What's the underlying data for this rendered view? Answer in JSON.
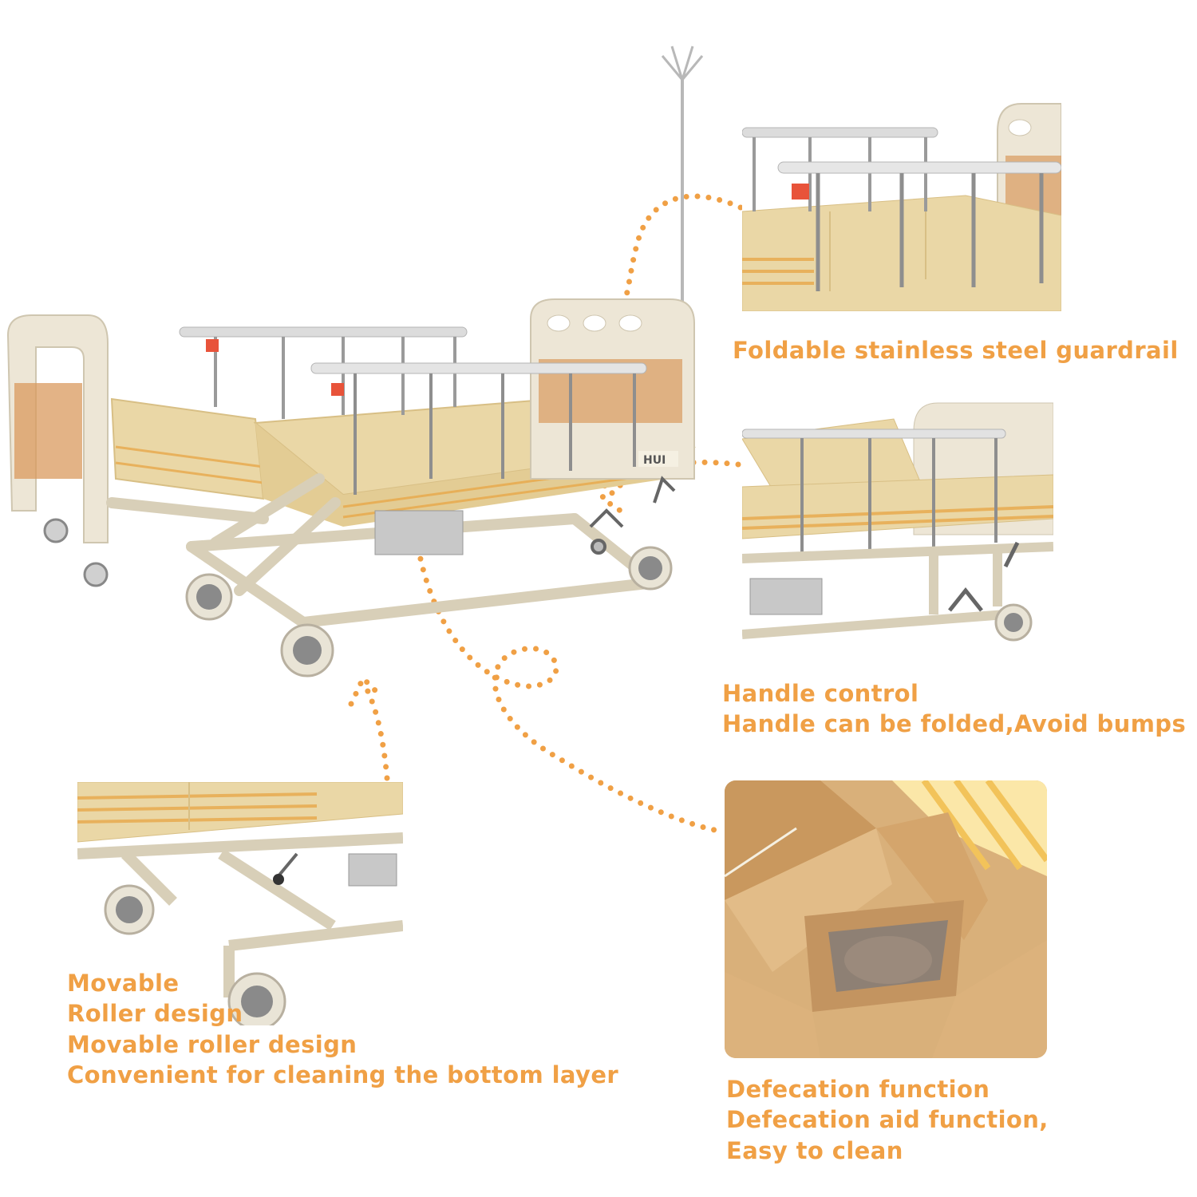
{
  "colors": {
    "accent": "#f0a045",
    "frame": "#e6dcc6",
    "mattress": "#ead7a6",
    "stripe": "#e8a84a",
    "rail": "#dcdcdc",
    "wheel": "#8a8a8a",
    "cushion": "#d9b07a"
  },
  "features": {
    "guardrail": {
      "icon": "guardrail-icon",
      "lines": [
        "Foldable stainless steel guardrail"
      ]
    },
    "handle": {
      "icon": "hand-crank-icon",
      "lines": [
        "Handle control",
        "Handle can be folded,Avoid bumps"
      ]
    },
    "roller": {
      "icon": "caster-wheel-icon",
      "lines": [
        "Movable",
        "Roller design",
        "Movable roller design",
        "Convenient for cleaning the bottom layer"
      ]
    },
    "defecation": {
      "icon": "defecation-cushion-icon",
      "lines": [
        "Defecation function",
        "Defecation aid function,",
        "Easy to clean"
      ]
    }
  },
  "product": {
    "brand_plate": "HUI"
  }
}
